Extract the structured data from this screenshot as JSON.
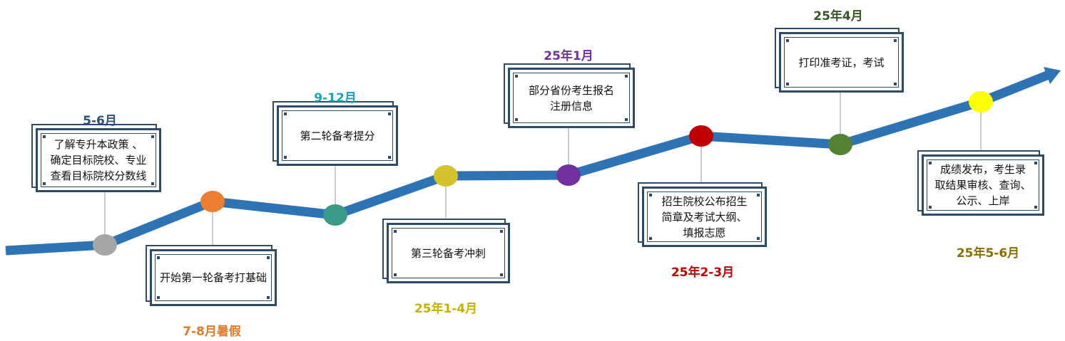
{
  "milestones": [
    {
      "date": "5-6月",
      "color": "#2f4f7a",
      "node_color": "#a6a6a6",
      "text": [
        "了解专升本政策 、",
        "确定目标院校、专业",
        "查看目标院校分数线"
      ]
    },
    {
      "date": "7-8月暑假",
      "color": "#e07a2c",
      "node_color": "#ed7d31",
      "text": [
        "开始第一轮备考打基础"
      ]
    },
    {
      "date": "9-12月",
      "color": "#17a2b8",
      "node_color": "#3a9a8a",
      "text": [
        "第二轮备考提分"
      ]
    },
    {
      "date": "25年1-4月",
      "color": "#c8b000",
      "node_color": "#d4c22a",
      "text": [
        "第三轮备考冲刺"
      ]
    },
    {
      "date": "25年1月",
      "color": "#7030a0",
      "node_color": "#7030a0",
      "text": [
        "部分省份考生报名",
        "注册信息"
      ]
    },
    {
      "date": "25年2-3月",
      "color": "#c00000",
      "node_color": "#c00000",
      "text": [
        "招生院校公布招生",
        "简章及考试大纲、",
        "填报志愿"
      ]
    },
    {
      "date": "25年4月",
      "color": "#375623",
      "node_color": "#548235",
      "text": [
        "打印准考证，考试"
      ]
    },
    {
      "date": "25年5-6月",
      "color": "#8a6d00",
      "node_color": "#ffff00",
      "text": [
        "成绩发布，考生录",
        "取结果审核、查询、",
        "公示、上岸"
      ]
    }
  ],
  "line_color": "#2e74b5",
  "card_border_color": "#2f4a67"
}
